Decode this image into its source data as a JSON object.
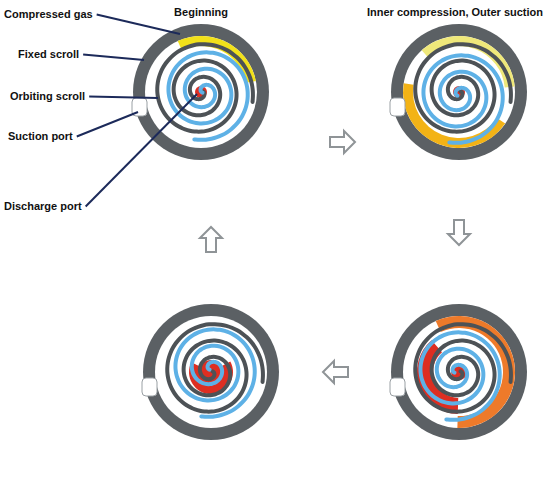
{
  "diagram": {
    "labels": [
      "Compressed gas",
      "Fixed scroll",
      "Orbiting scroll",
      "Suction port",
      "Discharge port",
      "Beginning",
      "Inner compression, Outer suction"
    ]
  }
}
